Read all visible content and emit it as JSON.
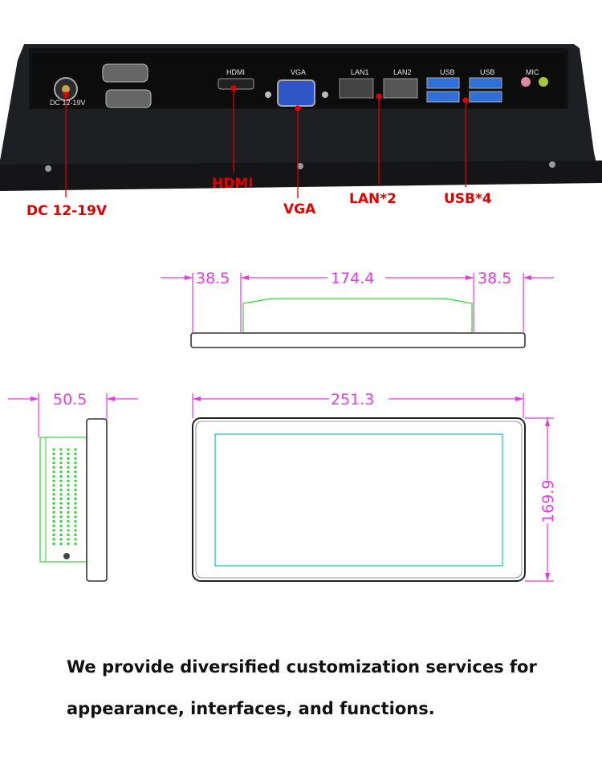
{
  "ports": {
    "dc_label": "DC 12-19V",
    "hdmi_label": "HDMI",
    "vga_label": "VGA",
    "lan1_label": "LAN1",
    "lan2_label": "LAN2",
    "usb1_label": "USB",
    "usb2_label": "USB",
    "mic_label": "MIC"
  },
  "callouts": {
    "dc": "DC 12-19V",
    "hdmi": "HDMI",
    "vga": "VGA",
    "lan": "LAN*2",
    "usb": "USB*4"
  },
  "dimensions": {
    "top_left": "38.5",
    "top_middle": "174.4",
    "top_right": "38.5",
    "depth": "50.5",
    "width": "251.3",
    "height": "169.9"
  },
  "caption": {
    "line1": "We provide diversified customization services for",
    "line2": "appearance, interfaces, and functions."
  },
  "colors": {
    "callout": "#e00000",
    "dimension": "#e23be2",
    "outline_green": "#2fd12f",
    "screen": "#44cccc"
  }
}
